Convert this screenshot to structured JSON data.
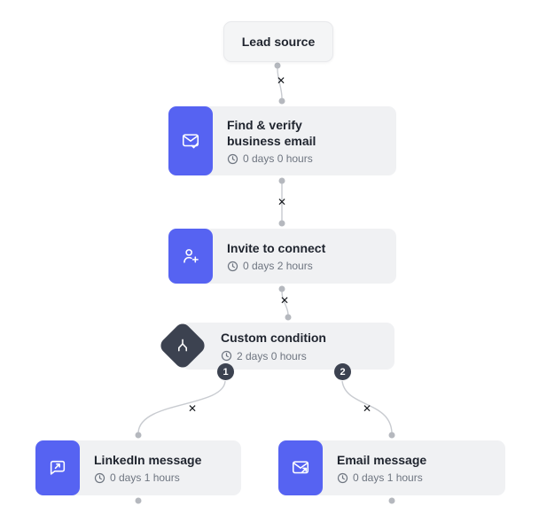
{
  "colors": {
    "accent_blue": "#5663f2",
    "dark_slate": "#3c4250",
    "node_background": "#f0f1f3",
    "connector_gray": "#c8cbd0",
    "title_text": "#1f242e",
    "muted_text": "#6e7580"
  },
  "icons": {
    "find_verify_email": "envelope-check-icon",
    "invite_to_connect": "person-plus-icon",
    "custom_condition": "split-branch-icon",
    "linkedin_message": "chat-forward-icon",
    "email_message": "envelope-forward-icon",
    "duration": "clock-icon"
  },
  "nodes": {
    "lead_source": {
      "title": "Lead source"
    },
    "find_verify_email": {
      "title_line1": "Find & verify",
      "title_line2": "business email",
      "duration": "0 days 0 hours"
    },
    "invite_to_connect": {
      "title": "Invite to connect",
      "duration": "0 days 2 hours"
    },
    "custom_condition": {
      "title": "Custom condition",
      "duration": "2 days 0 hours",
      "branches": [
        {
          "label": "1"
        },
        {
          "label": "2"
        }
      ]
    },
    "linkedin_message": {
      "title": "LinkedIn message",
      "duration": "0 days 1 hours"
    },
    "email_message": {
      "title": "Email message",
      "duration": "0 days 1 hours"
    }
  },
  "connectors": {
    "delete_symbol": "✕"
  }
}
